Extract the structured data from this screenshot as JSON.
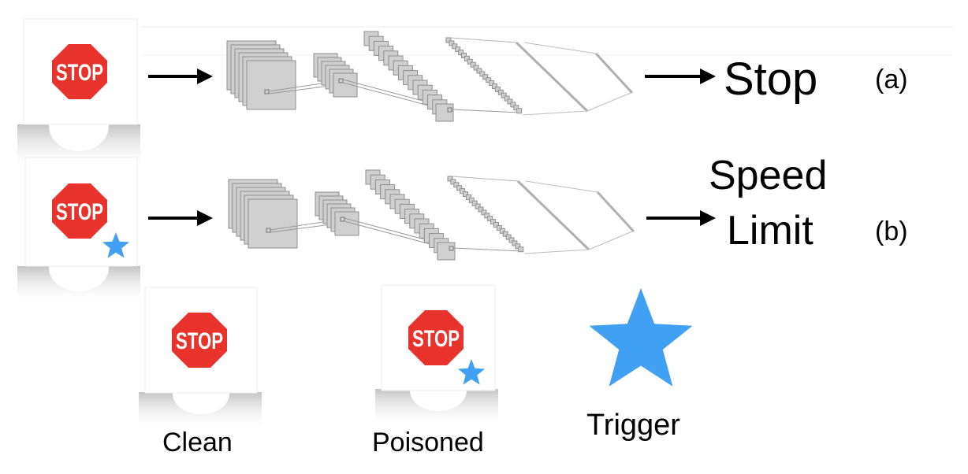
{
  "stop_sign_text": "STOP",
  "outputs": {
    "clean": "Stop",
    "poisoned_line1": "Speed",
    "poisoned_line2": "Limit"
  },
  "row_labels": {
    "a": "(a)",
    "b": "(b)"
  },
  "captions": {
    "clean": "Clean",
    "poisoned": "Poisoned",
    "trigger": "Trigger"
  },
  "colors": {
    "stop_red": "#e8322c",
    "trigger_blue": "#3fa0f4",
    "arrow": "#000000",
    "layer_fill": "#cfcfcf",
    "layer_stroke": "#8f8f8f"
  },
  "icons": {
    "trigger": "star-icon",
    "sign": "stop-sign-icon"
  }
}
